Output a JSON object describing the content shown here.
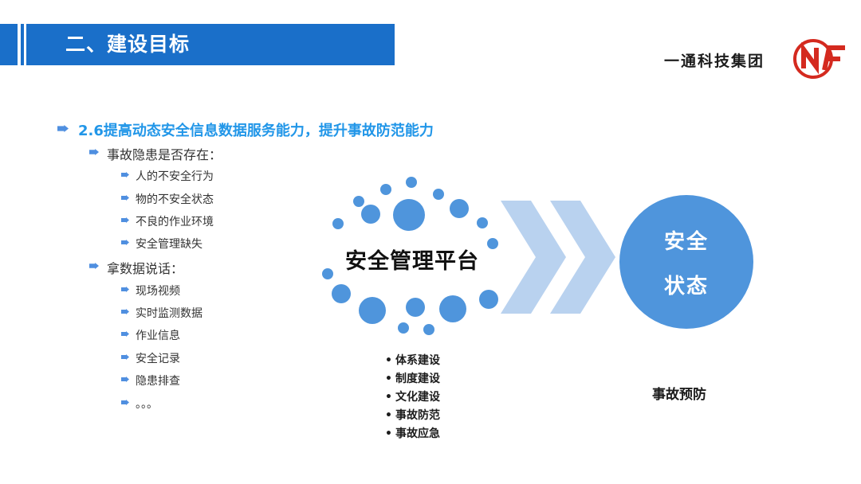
{
  "header": {
    "title": "二、建设目标",
    "bar_color": "#1a6fc9"
  },
  "company": {
    "name": "一通科技集团",
    "logo_color": "#d42a1f"
  },
  "bullets": {
    "heading": "2.6提高动态安全信息数据服务能力，提升事故防范能力",
    "group1": {
      "title": "事故隐患是否存在：",
      "items": [
        "人的不安全行为",
        "物的不安全状态",
        "不良的作业环境",
        "安全管理缺失"
      ]
    },
    "group2": {
      "title": "拿数据说话：",
      "items": [
        "现场视频",
        "实时监测数据",
        "作业信息",
        "安全记录",
        "隐患排查",
        "。。。"
      ]
    }
  },
  "diagram": {
    "platform_label": "安全管理平台",
    "platform_items": [
      "体系建设",
      "制度建设",
      "文化建设",
      "事故防范",
      "事故应急"
    ],
    "bullet_char": "•",
    "result_line1": "安全",
    "result_line2": "状态",
    "result_caption": "事故预防",
    "dot_color": "#4f95dc",
    "chevron_color": "#b9d2ef"
  }
}
